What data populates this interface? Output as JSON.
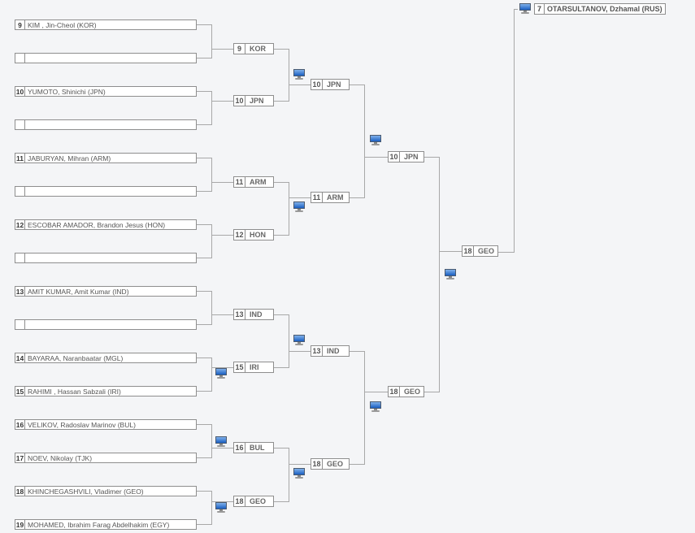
{
  "entries": [
    {
      "seed": "9",
      "name": "KIM , Jin-Cheol (KOR)"
    },
    {
      "seed": "",
      "name": ""
    },
    {
      "seed": "10",
      "name": "YUMOTO, Shinichi (JPN)"
    },
    {
      "seed": "",
      "name": ""
    },
    {
      "seed": "11",
      "name": "JABURYAN, Mihran (ARM)"
    },
    {
      "seed": "",
      "name": ""
    },
    {
      "seed": "12",
      "name": "ESCOBAR AMADOR, Brandon Jesus (HON)"
    },
    {
      "seed": "",
      "name": ""
    },
    {
      "seed": "13",
      "name": "AMIT KUMAR, Amit Kumar (IND)"
    },
    {
      "seed": "",
      "name": ""
    },
    {
      "seed": "14",
      "name": "BAYARAA, Naranbaatar (MGL)"
    },
    {
      "seed": "15",
      "name": "RAHIMI , Hassan Sabzali (IRI)"
    },
    {
      "seed": "16",
      "name": "VELIKOV, Radoslav Marinov (BUL)"
    },
    {
      "seed": "17",
      "name": "NOEV, Nikolay (TJK)"
    },
    {
      "seed": "18",
      "name": "KHINCHEGASHVILI, Vladimer (GEO)"
    },
    {
      "seed": "19",
      "name": "MOHAMED, Ibrahim Farag Abdelhakim (EGY)"
    }
  ],
  "round1": [
    {
      "seed": "9",
      "code": "KOR"
    },
    {
      "seed": "10",
      "code": "JPN"
    },
    {
      "seed": "11",
      "code": "ARM"
    },
    {
      "seed": "12",
      "code": "HON"
    },
    {
      "seed": "13",
      "code": "IND"
    },
    {
      "seed": "15",
      "code": "IRI"
    },
    {
      "seed": "16",
      "code": "BUL"
    },
    {
      "seed": "18",
      "code": "GEO"
    }
  ],
  "round2": [
    {
      "seed": "10",
      "code": "JPN"
    },
    {
      "seed": "11",
      "code": "ARM"
    },
    {
      "seed": "13",
      "code": "IND"
    },
    {
      "seed": "18",
      "code": "GEO"
    }
  ],
  "round3": [
    {
      "seed": "10",
      "code": "JPN"
    },
    {
      "seed": "18",
      "code": "GEO"
    }
  ],
  "round4": [
    {
      "seed": "18",
      "code": "GEO"
    }
  ],
  "final": {
    "seed": "7",
    "name": "OTARSULTANOV, Dzhamal (RUS)"
  },
  "icons": {
    "match_video": "monitor-icon"
  }
}
